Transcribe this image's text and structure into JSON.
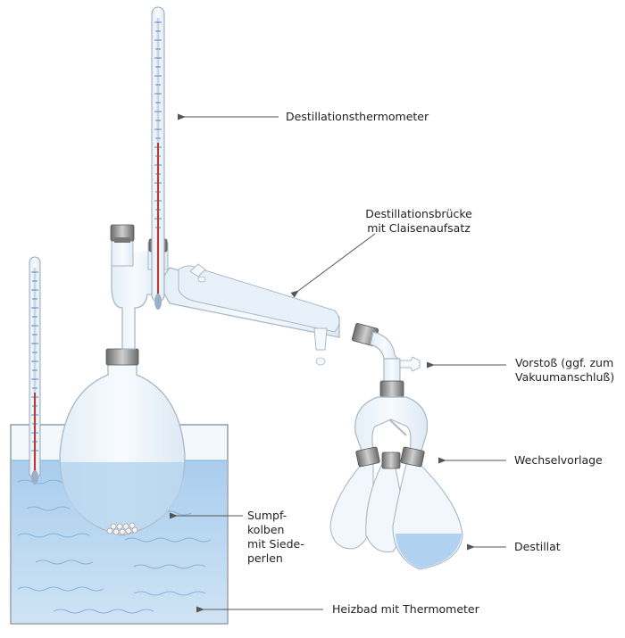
{
  "labels": {
    "thermometer": "Destillationsthermometer",
    "bridge_line1": "Destillationsbrücke",
    "bridge_line2": "mit Claisenaufsatz",
    "vorstoss_line1": "Vorstoß (ggf. zum",
    "vorstoss_line2": "Vakuumanschluß)",
    "wechselvorlage": "Wechselvorlage",
    "sumpf_line1": "Sumpf-",
    "sumpf_line2": "kolben",
    "sumpf_line3": "mit Siede-",
    "sumpf_line4": "perlen",
    "destillat": "Destillat",
    "heizbad": "Heizbad mit Thermometer"
  },
  "colors": {
    "glass_fill": "#eef5fb",
    "glass_stroke": "#aab8c6",
    "water": "#bcd9f0",
    "water_wave": "#8ab6dd",
    "bath_stroke": "#8c96a0",
    "joint_dark": "#5a5a5a",
    "joint_light": "#b9b9b9",
    "mercury_red": "#c0392b",
    "scale_blue": "#3a6fb5",
    "arrow": "#555555"
  }
}
